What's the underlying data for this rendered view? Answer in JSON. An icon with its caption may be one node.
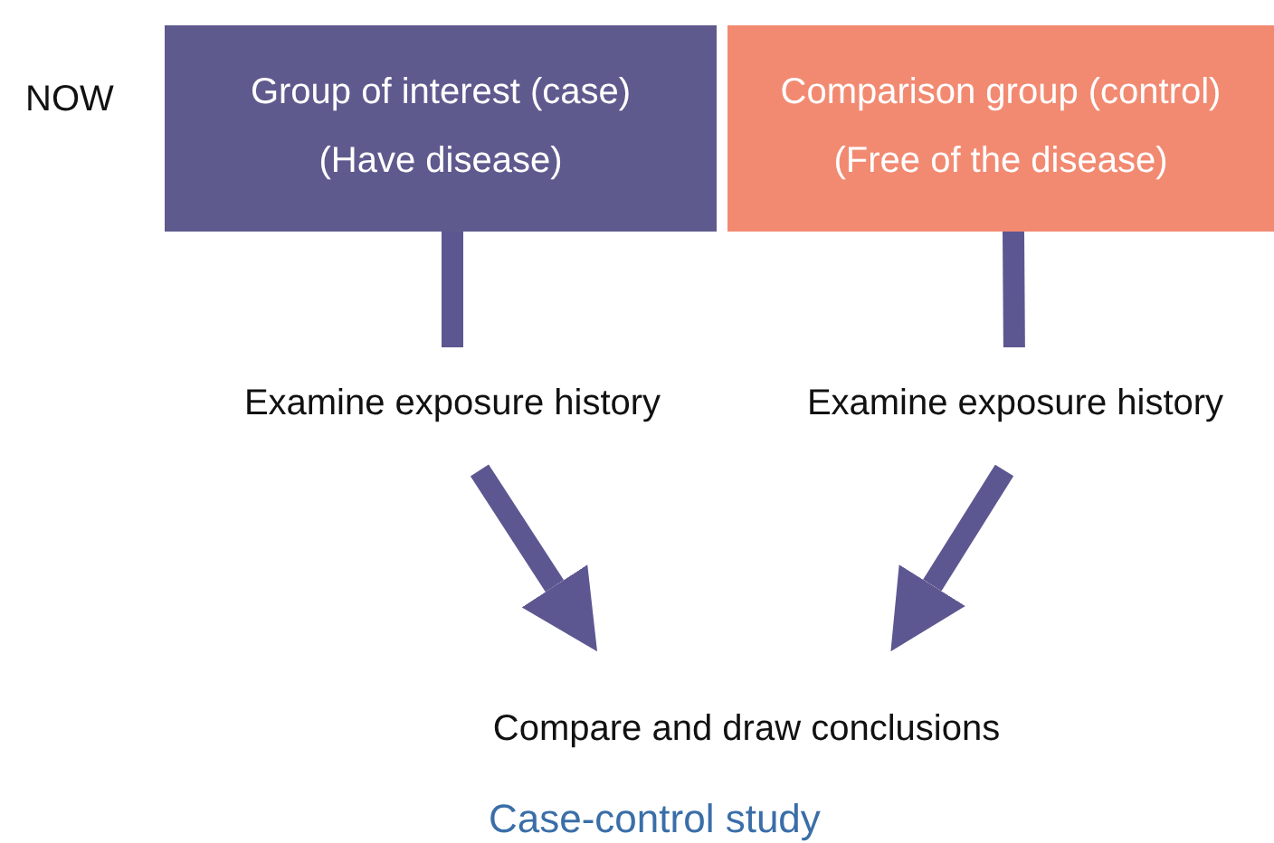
{
  "diagram": {
    "caption": "Case-control study",
    "nodes": [
      {
        "text": [
          "Group of interest (case)",
          "(Have disease)"
        ]
      },
      {
        "text": [
          "Comparison group (control)",
          "(Free of the disease)"
        ]
      },
      {
        "text": [
          "Examine exposure history"
        ]
      },
      {
        "text": [
          "Examine exposure history"
        ]
      },
      {
        "text": [
          "Compare and draw conclusions"
        ]
      }
    ],
    "edges": [
      {
        "from": 0,
        "to": 2,
        "arrow": "none"
      },
      {
        "from": 1,
        "to": 3,
        "arrow": "none"
      },
      {
        "from": 2,
        "to": 4,
        "arrow": "to"
      },
      {
        "from": 3,
        "to": 4,
        "arrow": "to"
      }
    ],
    "labels": [
      "NOW"
    ]
  }
}
